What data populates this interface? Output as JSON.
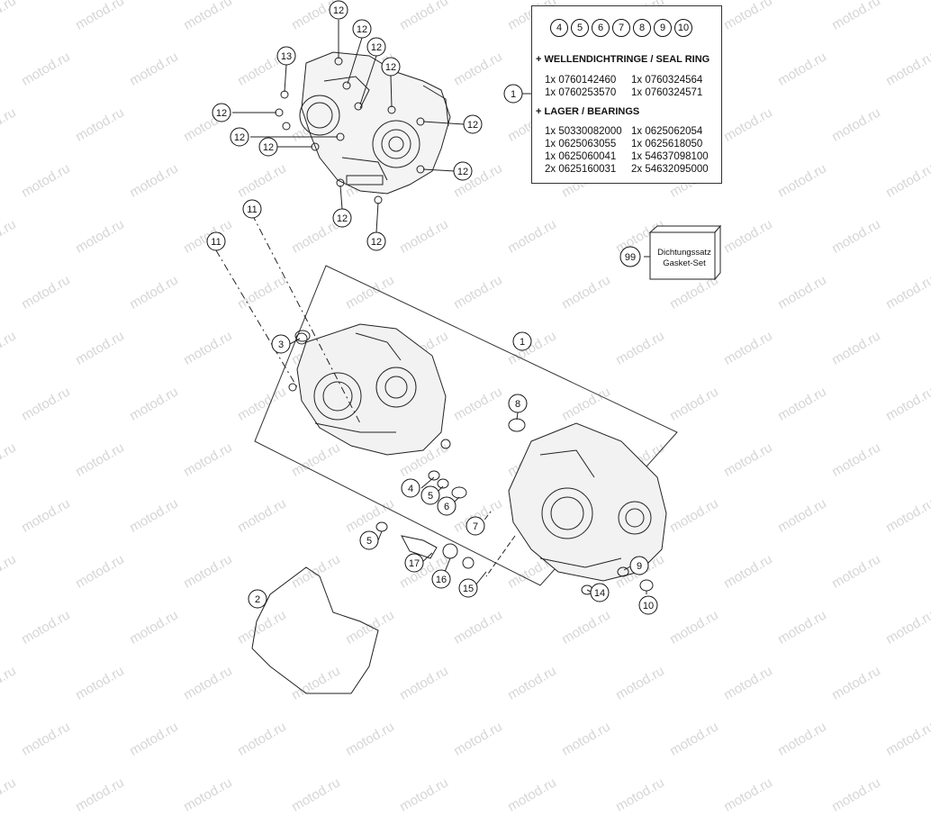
{
  "watermark": "motod.ru",
  "info_box": {
    "circled_parts": [
      "4",
      "5",
      "6",
      "7",
      "8",
      "9",
      "10"
    ],
    "callout": "1",
    "seal_heading": "+ WELLENDICHTRINGE / SEAL RING",
    "seal_parts": [
      [
        "1x 0760142460",
        "1x 0760324564"
      ],
      [
        "1x 0760253570",
        "1x 0760324571"
      ]
    ],
    "bearing_heading": "+ LAGER / BEARINGS",
    "bearing_parts": [
      [
        "1x 50330082000",
        "1x 0625062054"
      ],
      [
        "1x 0625063055",
        "1x 0625618050"
      ],
      [
        "1x 0625060041",
        "1x 54637098100"
      ],
      [
        "2x 0625160031",
        "2x 54632095000"
      ]
    ]
  },
  "gasket_box": {
    "callout": "99",
    "line1": "Dichtungssatz",
    "line2": "Gasket-Set"
  },
  "callouts": {
    "c12a": "12",
    "c12b": "12",
    "c12c": "12",
    "c12d": "12",
    "c12e": "12",
    "c12f": "12",
    "c12g": "12",
    "c12h": "12",
    "c12i": "12",
    "c12j": "12",
    "c12k": "12",
    "c13": "13",
    "c11a": "11",
    "c11b": "11",
    "c1": "1",
    "c2": "2",
    "c3": "3",
    "c4": "4",
    "c5a": "5",
    "c5b": "5",
    "c6": "6",
    "c7": "7",
    "c8": "8",
    "c9": "9",
    "c10": "10",
    "c14": "14",
    "c15": "15",
    "c16": "16",
    "c17": "17"
  }
}
